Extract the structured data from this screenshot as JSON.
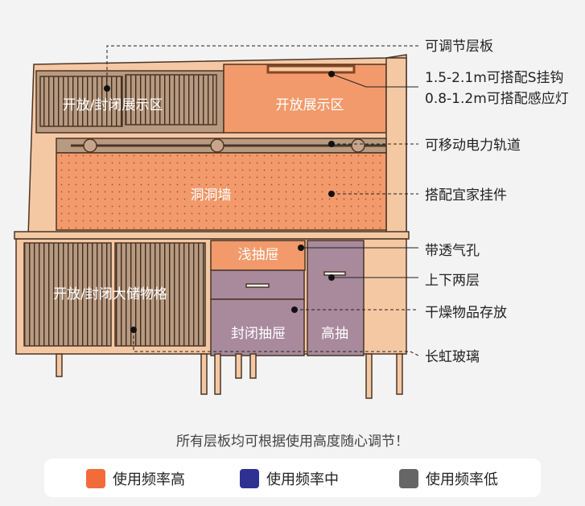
{
  "zones": {
    "upper_left": "开放/封闭展示区",
    "upper_right": "开放展示区",
    "pegboard": "洞洞墙",
    "lower_left": "开放/封闭大储物格",
    "shallow_drawer": "浅抽屉",
    "closed_drawer": "封闭抽屉",
    "tall_drawer": "高抽"
  },
  "callouts": [
    "可调节层板",
    "1.5-2.1m可搭配S挂钩",
    "0.8-1.2m可搭配感应灯",
    "可移动电力轨道",
    "搭配宜家挂件",
    "带透气孔",
    "上下两层",
    "干燥物品存放",
    "长虹玻璃"
  ],
  "caption": "所有层板均可根据使用高度随心调节！",
  "legend": [
    {
      "label": "使用频率高",
      "color": "#f26b3a"
    },
    {
      "label": "使用频率中",
      "color": "#2e3192"
    },
    {
      "label": "使用频率低",
      "color": "#666666"
    }
  ]
}
